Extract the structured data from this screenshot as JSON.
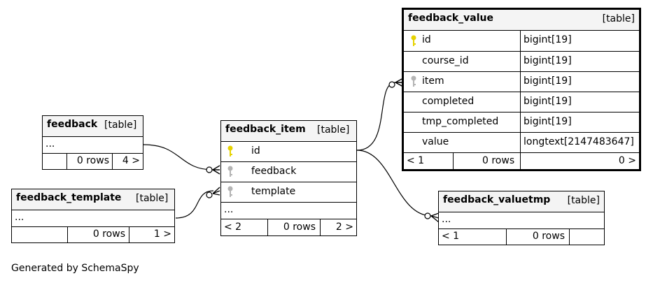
{
  "tables": {
    "feedback": {
      "name": "feedback",
      "kind": "[table]",
      "more": "...",
      "rows": "0 rows",
      "children": "4 >"
    },
    "feedback_template": {
      "name": "feedback_template",
      "kind": "[table]",
      "more": "...",
      "rows": "0 rows",
      "children": "1 >"
    },
    "feedback_item": {
      "name": "feedback_item",
      "kind": "[table]",
      "columns": [
        {
          "name": "id",
          "key": "primary"
        },
        {
          "name": "feedback",
          "key": "foreign"
        },
        {
          "name": "template",
          "key": "foreign"
        }
      ],
      "more": "...",
      "parents": "< 2",
      "rows": "0 rows",
      "children": "2 >"
    },
    "feedback_value": {
      "name": "feedback_value",
      "kind": "[table]",
      "columns": [
        {
          "name": "id",
          "type": "bigint[19]",
          "key": "primary"
        },
        {
          "name": "course_id",
          "type": "bigint[19]",
          "key": "none"
        },
        {
          "name": "item",
          "type": "bigint[19]",
          "key": "foreign"
        },
        {
          "name": "completed",
          "type": "bigint[19]",
          "key": "none"
        },
        {
          "name": "tmp_completed",
          "type": "bigint[19]",
          "key": "none"
        },
        {
          "name": "value",
          "type": "longtext[2147483647]",
          "key": "none"
        }
      ],
      "parents": "< 1",
      "rows": "0 rows",
      "children": "0 >"
    },
    "feedback_valuetmp": {
      "name": "feedback_valuetmp",
      "kind": "[table]",
      "more": "...",
      "parents": "< 1",
      "rows": "0 rows"
    }
  },
  "colors": {
    "primary_key": "#e6d200",
    "foreign_key": "#b4b4b4",
    "header_bg": "#f4f4f4",
    "line": "#000000"
  },
  "footer": "Generated by SchemaSpy"
}
